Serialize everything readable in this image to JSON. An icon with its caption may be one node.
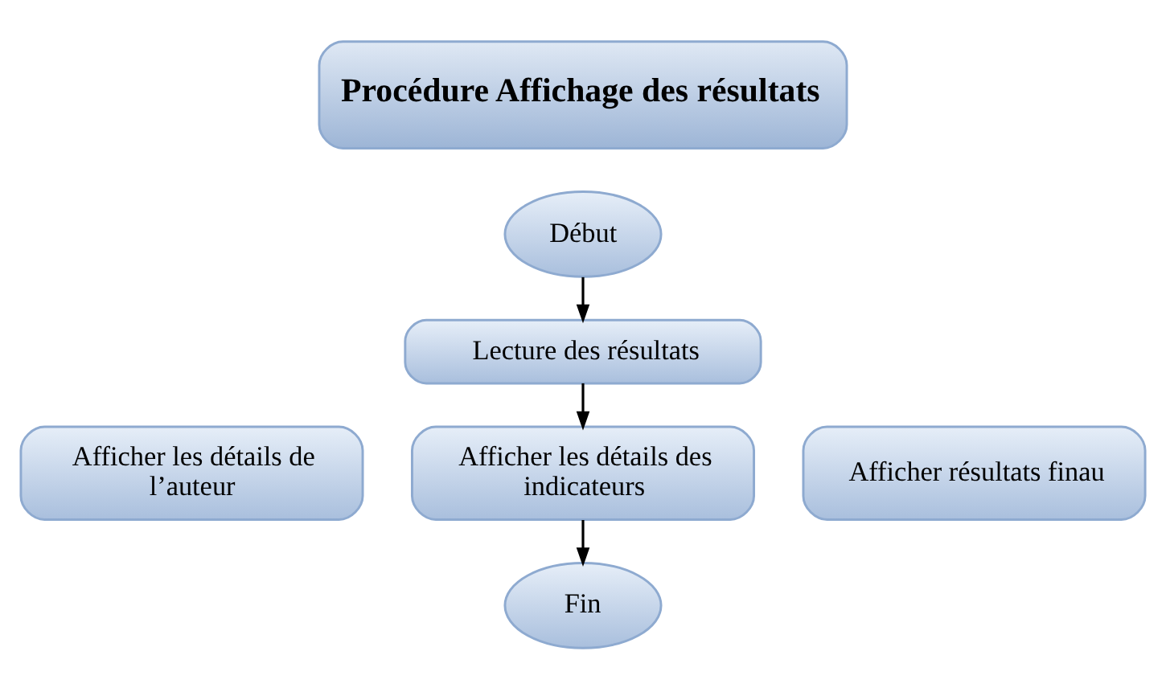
{
  "diagram": {
    "nodes": [
      {
        "text": [
          "Procédure Affichage des résultats"
        ]
      },
      {
        "text": [
          "Début"
        ]
      },
      {
        "text": [
          "Lecture des résultats"
        ]
      },
      {
        "text": [
          "Afficher les détails de l’auteur"
        ]
      },
      {
        "text": [
          "Afficher les détails des indicateurs"
        ]
      },
      {
        "text": [
          "Afficher résultats finau"
        ]
      },
      {
        "text": [
          "Fin"
        ]
      }
    ],
    "edges": [
      {
        "from": 1,
        "to": 2,
        "arrow": "to"
      },
      {
        "from": 2,
        "to": 4,
        "arrow": "to"
      },
      {
        "from": 4,
        "to": 6,
        "arrow": "to"
      }
    ]
  }
}
